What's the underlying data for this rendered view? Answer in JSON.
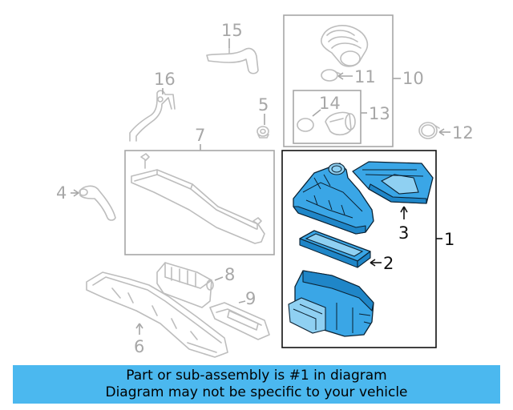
{
  "callouts": {
    "c1": "1",
    "c2": "2",
    "c3": "3",
    "c4": "4",
    "c5": "5",
    "c6": "6",
    "c7": "7",
    "c8": "8",
    "c9": "9",
    "c10": "10",
    "c11": "11",
    "c12": "12",
    "c13": "13",
    "c14": "14",
    "c15": "15",
    "c16": "16"
  },
  "highlight_color": "#3aa6e6",
  "banner": {
    "line1": "Part or sub-assembly is #1 in diagram",
    "line2": "Diagram may not be specific to your vehicle",
    "color": "#4bb8ef"
  }
}
